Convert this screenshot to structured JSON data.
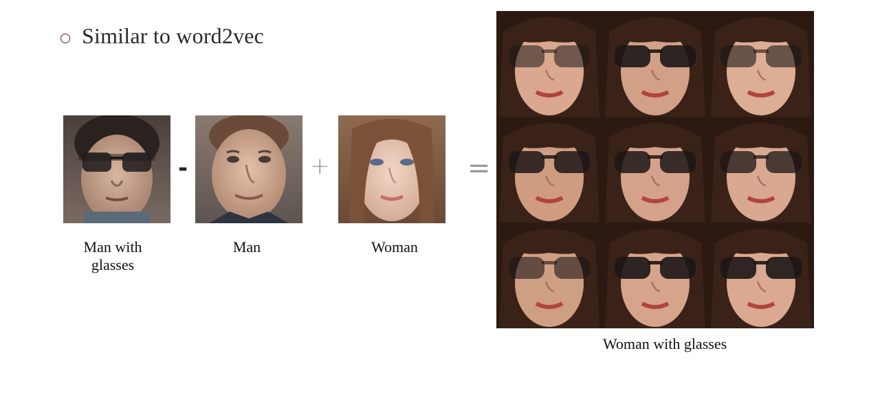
{
  "bullet": {
    "text": "Similar to word2vec"
  },
  "inputs": {
    "man_with_glasses_line1": "Man with",
    "man_with_glasses_line2": "glasses",
    "man": "Man",
    "woman": "Woman"
  },
  "operators": {
    "minus": "-",
    "plus": "+",
    "equals": "="
  },
  "result": {
    "caption": "Woman with glasses",
    "grid_rows": 3,
    "grid_cols": 3
  },
  "colors": {
    "bullet_accent": "#6b1f3f",
    "operator_gray": "#999999"
  }
}
